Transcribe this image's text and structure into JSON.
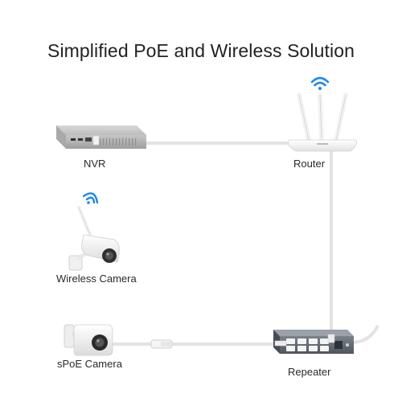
{
  "title": "Simplified PoE and Wireless Solution",
  "devices": {
    "nvr": "NVR",
    "router": "Router",
    "wireless_camera": "Wireless Camera",
    "spoe_camera": "sPoE Camera",
    "repeater": "Repeater"
  },
  "icons": {
    "router_wifi": "wifi-icon",
    "camera_wifi": "wifi-icon"
  },
  "colors": {
    "wifi_blue": "#1e88e5",
    "device_white": "#f4f4f4",
    "device_gray": "#b9b9b9",
    "switch_dark": "#5f6670",
    "cable": "#e6e6e6"
  }
}
